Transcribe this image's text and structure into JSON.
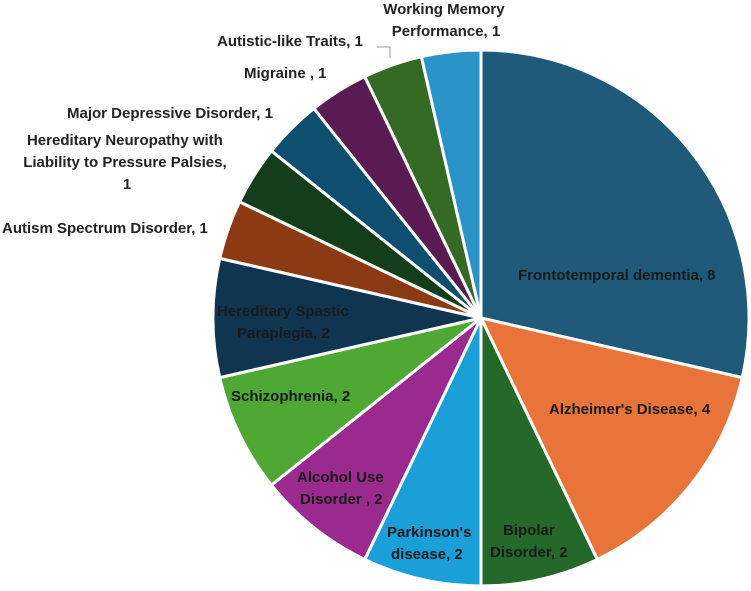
{
  "chart_data": {
    "type": "pie",
    "title": "",
    "slices": [
      {
        "label": "Frontotemporal dementia, 8",
        "name": "Frontotemporal dementia",
        "value": 8,
        "color": "#1f5a7a"
      },
      {
        "label": "Alzheimer's Disease, 4",
        "name": "Alzheimer's Disease",
        "value": 4,
        "color": "#e8743a"
      },
      {
        "label": "Bipolar Disorder, 2",
        "name": "Bipolar Disorder",
        "value": 2,
        "color": "#24682a"
      },
      {
        "label": "Parkinson's disease, 2",
        "name": "Parkinson's disease",
        "value": 2,
        "color": "#1a9fd9"
      },
      {
        "label": "Alcohol Use Disorder , 2",
        "name": "Alcohol Use Disorder",
        "value": 2,
        "color": "#9a2a8e"
      },
      {
        "label": "Schizophrenia, 2",
        "name": "Schizophrenia",
        "value": 2,
        "color": "#4fa834"
      },
      {
        "label": "Hereditary Spastic Paraplegia, 2",
        "name": "Hereditary Spastic Paraplegia",
        "value": 2,
        "color": "#0f3550"
      },
      {
        "label": "Autism Spectrum Disorder, 1",
        "name": "Autism Spectrum Disorder",
        "value": 1,
        "color": "#8c3a14"
      },
      {
        "label": "Hereditary Neuropathy with Liability to Pressure Palsies, 1",
        "name": "Hereditary Neuropathy with Liability to Pressure Palsies",
        "value": 1,
        "color": "#143d1c"
      },
      {
        "label": "Major Depressive Disorder, 1",
        "name": "Major Depressive Disorder",
        "value": 1,
        "color": "#0e4f70"
      },
      {
        "label": "Migraine , 1",
        "name": "Migraine",
        "value": 1,
        "color": "#5a1a52"
      },
      {
        "label": "Autistic-like Traits, 1",
        "name": "Autistic-like Traits",
        "value": 1,
        "color": "#356a24"
      },
      {
        "label": "Working Memory Performance, 1",
        "name": "Working Memory Performance",
        "value": 1,
        "color": "#2a93c8"
      }
    ]
  }
}
